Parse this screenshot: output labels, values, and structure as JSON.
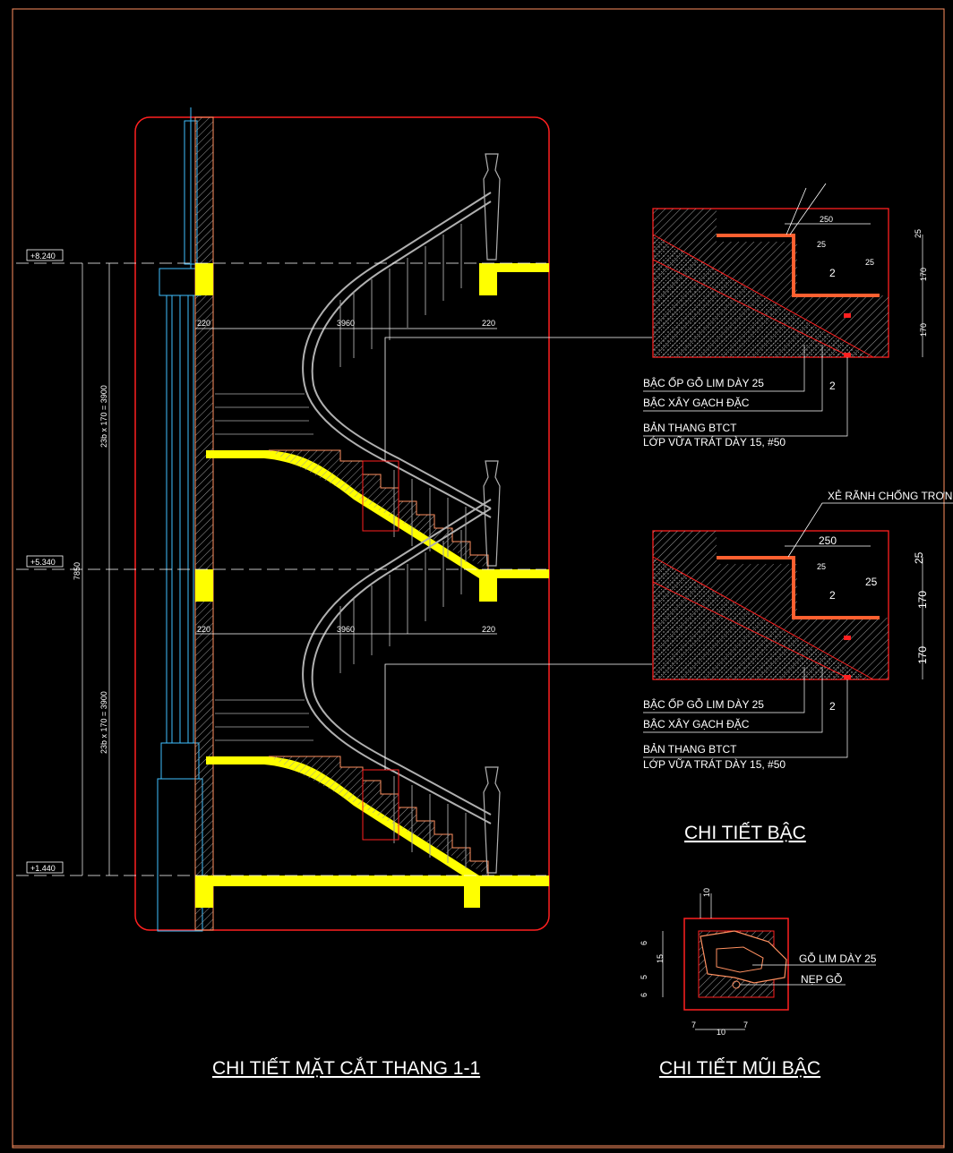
{
  "colors": {
    "background": "#000000",
    "frame": "#ff2020",
    "slab": "#ffff00",
    "rail": "#b0b0b0",
    "column": "#40c0ff",
    "wood": "#ff6030",
    "text": "#ffffff"
  },
  "titles": {
    "main_section": "CHI TIẾT MẶT CẮT THANG 1-1",
    "step_detail": "CHI TIẾT BẬC",
    "nosing_detail": "CHI TIẾT MŨI BẬC"
  },
  "levels": {
    "l1": "+8.240",
    "l2": "+5.340",
    "l3": "+1.440"
  },
  "section_dims": {
    "total_height": "7850",
    "upper_flight": "23b x 170 = 3900",
    "lower_flight": "23b x 170 = 3900",
    "upper_width": "3960",
    "lower_width": "3960",
    "upper_left": "220",
    "upper_right": "220",
    "lower_left": "220",
    "lower_right": "220"
  },
  "step_detail_top": {
    "tread": "250",
    "t1": "25",
    "t2": "25",
    "t3": "25",
    "rise1": "170",
    "rise2": "170",
    "mark": "2",
    "labels": [
      "BẬC ỐP GỖ LIM DÀY 25",
      "BẬC XÂY GẠCH ĐẶC",
      "BẢN THANG BTCT",
      "LỚP VỮA TRÁT DÀY 15, #50"
    ]
  },
  "step_detail_bottom": {
    "tread": "250",
    "t1": "25",
    "t2": "25",
    "t3": "25",
    "rise1": "170",
    "rise2": "170",
    "mark": "2",
    "groove_note": "XẺ RÃNH CHỐNG TRƠN",
    "labels": [
      "BẬC ỐP GỖ LIM DÀY 25",
      "BẬC XÂY GẠCH ĐẶC",
      "BẢN THANG BTCT",
      "LỚP VỮA TRÁT DÀY 15, #50"
    ]
  },
  "nosing_detail": {
    "wood_label": "GỖ LIM DÀY 25",
    "strip_label": "NẸP GỖ",
    "top_dim": "10",
    "left_dims": [
      "6",
      "15",
      "5",
      "6"
    ],
    "bottom_dims": [
      "7",
      "10",
      "7"
    ]
  }
}
